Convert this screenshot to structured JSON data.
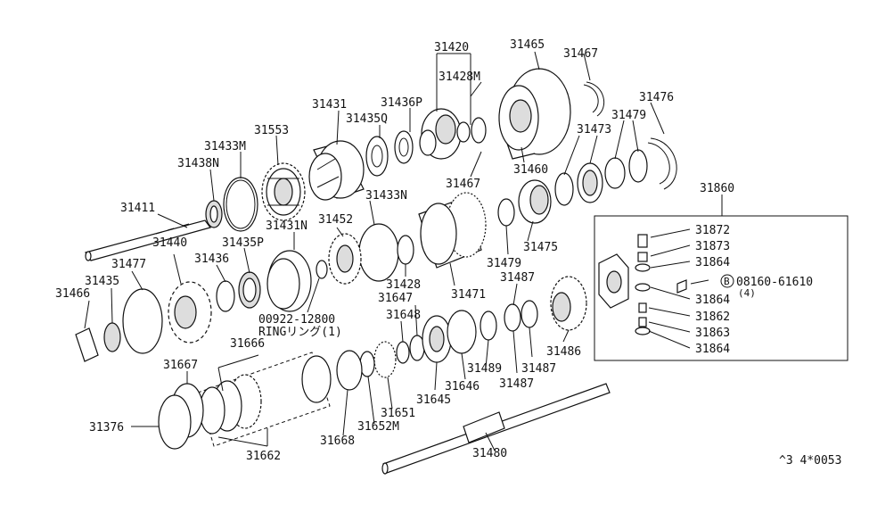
{
  "diagram": {
    "part_labels": {
      "p31420": "31420",
      "p31465": "31465",
      "p31467a": "31467",
      "p31428m": "31428M",
      "p31476": "31476",
      "p31431": "31431",
      "p31436p": "31436P",
      "p31435q": "31435Q",
      "p31479a": "31479",
      "p31473": "31473",
      "p31553": "31553",
      "p31433m": "31433M",
      "p31438n": "31438N",
      "p31460": "31460",
      "p31467b": "31467",
      "p31860": "31860",
      "p31411": "31411",
      "p31433n": "31433N",
      "p31452": "31452",
      "p31431n": "31431N",
      "p31440": "31440",
      "p31435p": "31435P",
      "p31479b": "31479",
      "p31475": "31475",
      "p31872": "31872",
      "p31873": "31873",
      "p31864a": "31864",
      "p31477": "31477",
      "p31436": "31436",
      "p31428": "31428",
      "p31487a": "31487",
      "p31435": "31435",
      "p31466": "31466",
      "p31647": "31647",
      "p31471": "31471",
      "p31864b": "31864",
      "p31648": "31648",
      "p31862": "31862",
      "p31863": "31863",
      "p31864c": "31864",
      "p31486": "31486",
      "p31666": "31666",
      "p31667": "31667",
      "p31489": "31489",
      "p31487b": "31487",
      "p31646": "31646",
      "p31487c": "31487",
      "p31645": "31645",
      "p31651": "31651",
      "p31376": "31376",
      "p31652m": "31652M",
      "p31668": "31668",
      "p31662": "31662",
      "p31480": "31480"
    },
    "ring_part_no": "00922-12800",
    "ring_label": "RINGリング(1)",
    "bolt_symbol": "B",
    "bolt_part_no": "08160-61610",
    "bolt_qty": "(4)",
    "footer_code": "^3 4*0053"
  }
}
